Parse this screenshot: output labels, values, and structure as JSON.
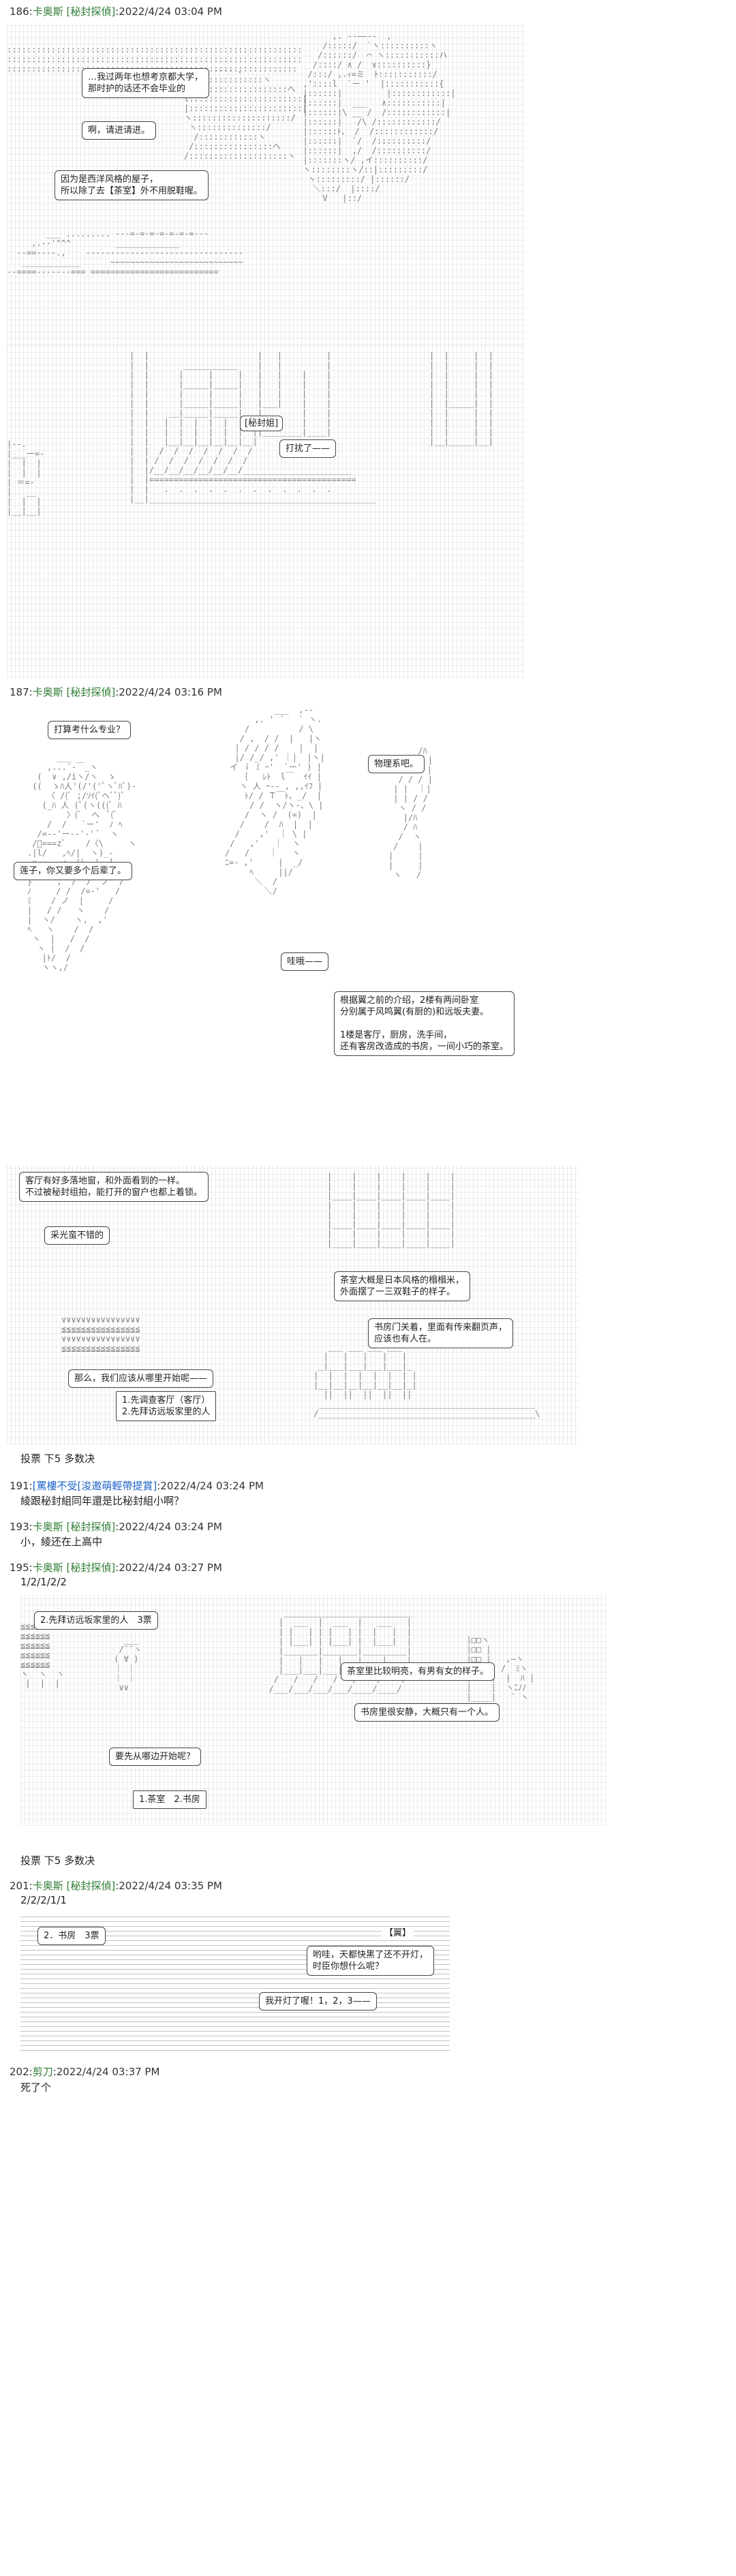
{
  "posts": [
    {
      "num": "186:",
      "name": "卡奥斯",
      "trip": "[秘封探偵]",
      "time": ":2022/4/24 03:04 PM"
    },
    {
      "num": "187:",
      "name": "卡奥斯",
      "trip": "[秘封探偵]",
      "time": ":2022/4/24 03:16 PM"
    },
    {
      "num": "191:",
      "name": "[罵樓不受[浚邀萌輕帶提賞]",
      "trip": "",
      "time": ":2022/4/24 03:24 PM"
    },
    {
      "num": "193:",
      "name": "卡奥斯",
      "trip": "[秘封探偵]",
      "time": ":2022/4/24 03:24 PM"
    },
    {
      "num": "195:",
      "name": "卡奥斯",
      "trip": "[秘封探偵]",
      "time": ":2022/4/24 03:27 PM"
    },
    {
      "num": "201:",
      "name": "卡奥斯",
      "trip": "[秘封探偵]",
      "time": ":2022/4/24 03:35 PM"
    },
    {
      "num": "202:",
      "name": "剪刀",
      "trip": "",
      "time": ":2022/4/24 03:37 PM"
    }
  ],
  "bubbles": {
    "b1": "…我过两年也想考京都大学，\n那时护的话还不会毕业的",
    "b2": "啊，请进请进。",
    "b3": "因为是西洋风格的屋子，\n所以除了去【茶室】外不用脱鞋喔。",
    "b4": "[秘封姐]",
    "b5": "打扰了——",
    "b6": "打算考什么专业？",
    "b7": "物理系吧。",
    "b8": "莲子，你又要多个后辈了。",
    "b9": "哇哦——",
    "b10": "根据翼之前的介绍，2楼有两间卧室\n分别属于风鸣翼(有厨的)和远坂夫妻。\n\n1楼是客厅，厨房，洗手间，\n还有客房改造成的书房，一间小巧的茶室。",
    "b11": "客厅有好多落地窗，和外面看到的一样。\n不过被秘封组拍，能打开的窗户也都上着锁。",
    "b12": "采光蛮不错的",
    "b13": "茶室大概是日本风格的榻榻米，\n外面摆了一三双鞋子的样子。",
    "b14": "书房门关着，里面有传来翻页声，\n应该也有人在。",
    "b15": "那么，我们应该从哪里开始呢——",
    "b16": "1.先调查客厅（客厅）\n2.先拜访远坂家里的人",
    "b17": "2.先拜访远坂家里的人　3票",
    "b18": "茶室里比较明亮，有男有女的样子。",
    "b19": "书房里很安静，大概只有一个人。",
    "b20": "要先从哪边开始呢？",
    "b21": "1.茶室　2.书房",
    "b22": "2．书房　3票",
    "b23": "【翼】",
    "b24": "哟哇，天都快黑了还不开灯，\n时臣你想什么呢？",
    "b25": "我开灯了喔！1，2，3——"
  },
  "texts": {
    "vote1": "投票 下5 多数决",
    "post191": "綾跟秘封組同年還是比秘封組小啊？",
    "post193": "小，綾还在上高中",
    "votes195": "1/2/1/2/2",
    "vote2": "投票 下5 多数决",
    "votes201": "2/2/2/1/1",
    "post202": "死了个"
  }
}
